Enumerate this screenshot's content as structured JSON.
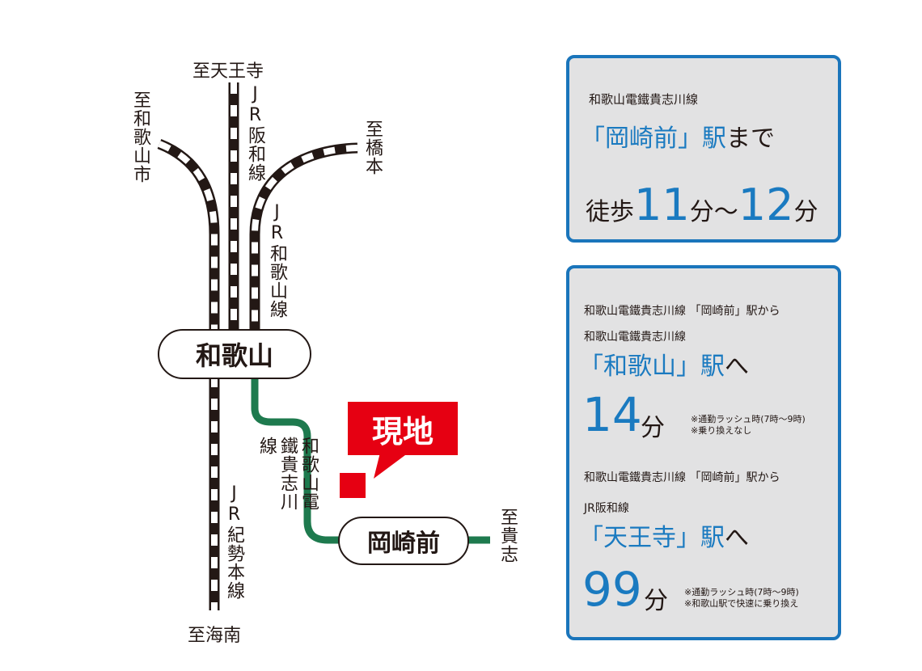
{
  "map": {
    "lines": {
      "jr_hanwa": "JR阪和線",
      "jr_wakayama": "JR和歌山線",
      "jr_kisei": "JR紀勢本線",
      "kishigawa": "和歌山電鐵貴志川線"
    },
    "destinations": {
      "tennoji": "至天王寺",
      "wakayamashi": "至和歌山市",
      "hashimoto": "至橋本",
      "kainan": "至海南",
      "kishi": "至貴志"
    },
    "stations": {
      "wakayama": "和歌山",
      "okazakimae": "岡崎前"
    },
    "current_location": "現地",
    "colors": {
      "jr": "#231815",
      "kishigawa": "#1e7a4e",
      "marker": "#e60012"
    }
  },
  "info1": {
    "line": "和歌山電鐵貴志川線",
    "station": "「岡崎前」駅",
    "suffix": "まで",
    "walk": "徒歩",
    "min1": "11",
    "unit1": "分",
    "tilde": "～",
    "min2": "12",
    "unit2": "分"
  },
  "info2": {
    "route1": {
      "from": "和歌山電鐵貴志川線 「岡崎前」駅から",
      "line": "和歌山電鐵貴志川線",
      "station": "「和歌山」駅",
      "suffix": "へ",
      "minutes": "14",
      "unit": "分",
      "note1": "※通勤ラッシュ時(7時～9時)",
      "note2": "※乗り換えなし"
    },
    "route2": {
      "from": "和歌山電鐵貴志川線 「岡崎前」駅から",
      "line": "JR阪和線",
      "station": "「天王寺」駅",
      "suffix": "へ",
      "minutes": "99",
      "unit": "分",
      "note1": "※通勤ラッシュ時(7時～9時)",
      "note2": "※和歌山駅で快速に乗り換え"
    }
  },
  "colors": {
    "accent": "#1a75bb",
    "box_bg": "#e2e2e3"
  }
}
